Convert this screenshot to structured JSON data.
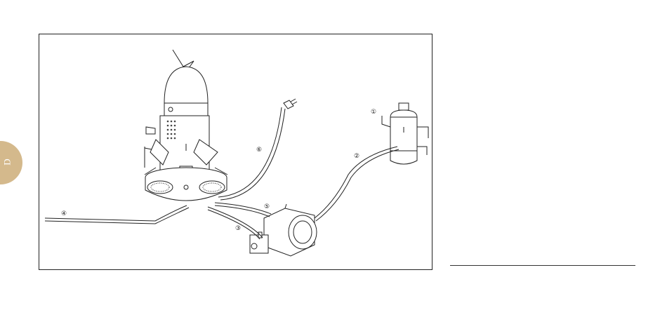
{
  "side_tab": {
    "label": "D",
    "color": "#d4b98c"
  },
  "figure": {
    "callouts": [
      "①",
      "②",
      "③",
      "④",
      "⑤",
      "⑥"
    ]
  }
}
